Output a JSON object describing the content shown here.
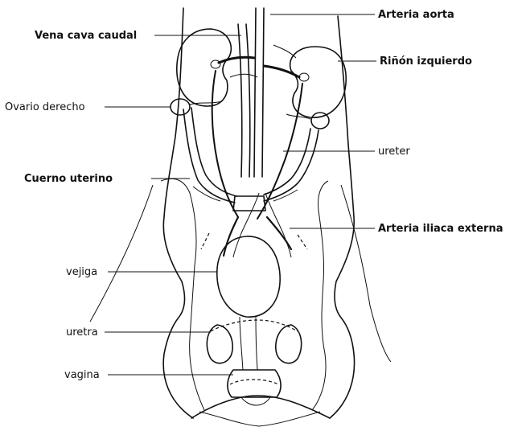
{
  "labels": {
    "aorta": "Arteria aorta",
    "vena_cava": "Vena cava caudal",
    "rinon_izquierdo": "Riñón izquierdo",
    "ovario_derecho": "Ovario derecho",
    "ureter": "ureter",
    "cuerno_uterino": "Cuerno uterino",
    "arteria_iliaca": "Arteria iliaca externa",
    "vejiga": "vejiga",
    "uretra": "uretra",
    "vagina": "vagina"
  }
}
